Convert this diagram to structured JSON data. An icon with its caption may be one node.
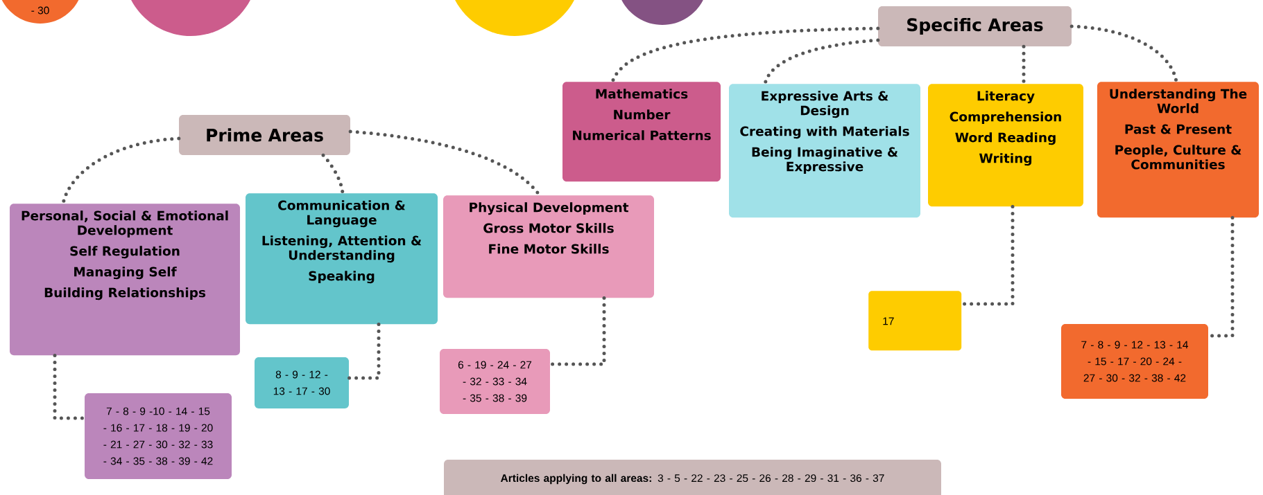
{
  "diagram": {
    "nodes": [
      {
        "text": [
          "- 30"
        ]
      },
      {
        "text": [],
        "shape": "circle"
      },
      {
        "text": [],
        "shape": "circle"
      },
      {
        "text": [],
        "shape": "circle"
      },
      {
        "text": [
          "Specific Areas"
        ]
      },
      {
        "text": [
          "Mathematics",
          "Number",
          "Numerical Patterns"
        ]
      },
      {
        "text": [
          "Expressive Arts & Design",
          "Creating with Materials",
          "Being Imaginative & Expressive"
        ]
      },
      {
        "text": [
          "Literacy",
          "Comprehension",
          "Word Reading",
          "Writing"
        ]
      },
      {
        "text": [
          "Understanding The World",
          "Past & Present",
          "People, Culture & Communities"
        ]
      },
      {
        "text": [
          "Prime Areas"
        ]
      },
      {
        "text": [
          "Personal, Social & Emotional Development",
          "Self Regulation",
          "Managing Self",
          "Building Relationships"
        ]
      },
      {
        "text": [
          "Communication & Language",
          "Listening, Attention & Understanding",
          "Speaking"
        ]
      },
      {
        "text": [
          "Physical Development",
          "Gross Motor Skills",
          "Fine Motor Skills"
        ]
      },
      {
        "text": [
          "17"
        ]
      },
      {
        "text": [
          "7 - 8 - 9 - 12 - 13 - 14 - 15 - 17 - 20 - 24 - 27 - 30 - 32 - 38 - 42"
        ]
      },
      {
        "text": [
          "7 - 8 - 9 -10 - 14 - 15 - 16 - 17 - 18 - 19 - 20 - 21 - 27 - 30 - 32 - 33 - 34 - 35 - 38 - 39 - 42"
        ]
      },
      {
        "text": [
          "8 - 9 - 12 - 13 - 17 - 30"
        ]
      },
      {
        "text": [
          "6 - 19 - 24 - 27 - 32 - 33 - 34 - 35 - 38 - 39"
        ]
      },
      {
        "text": [
          "**Articles applying to all areas:** 3 - 5 - 22 - 23 - 25 - 26 - 28 - 29 - 31 - 36 - 37"
        ]
      }
    ],
    "edges": [
      {
        "from": 4,
        "to": 5,
        "arrow": "none"
      },
      {
        "from": 4,
        "to": 6,
        "arrow": "none"
      },
      {
        "from": 4,
        "to": 7,
        "arrow": "none"
      },
      {
        "from": 4,
        "to": 8,
        "arrow": "none"
      },
      {
        "from": 9,
        "to": 10,
        "arrow": "none"
      },
      {
        "from": 9,
        "to": 11,
        "arrow": "none"
      },
      {
        "from": 9,
        "to": 12,
        "arrow": "none"
      },
      {
        "from": 10,
        "to": 15,
        "arrow": "none"
      },
      {
        "from": 11,
        "to": 16,
        "arrow": "none"
      },
      {
        "from": 12,
        "to": 17,
        "arrow": "none"
      },
      {
        "from": 7,
        "to": 13,
        "arrow": "none"
      },
      {
        "from": 8,
        "to": 14,
        "arrow": "none"
      }
    ]
  }
}
